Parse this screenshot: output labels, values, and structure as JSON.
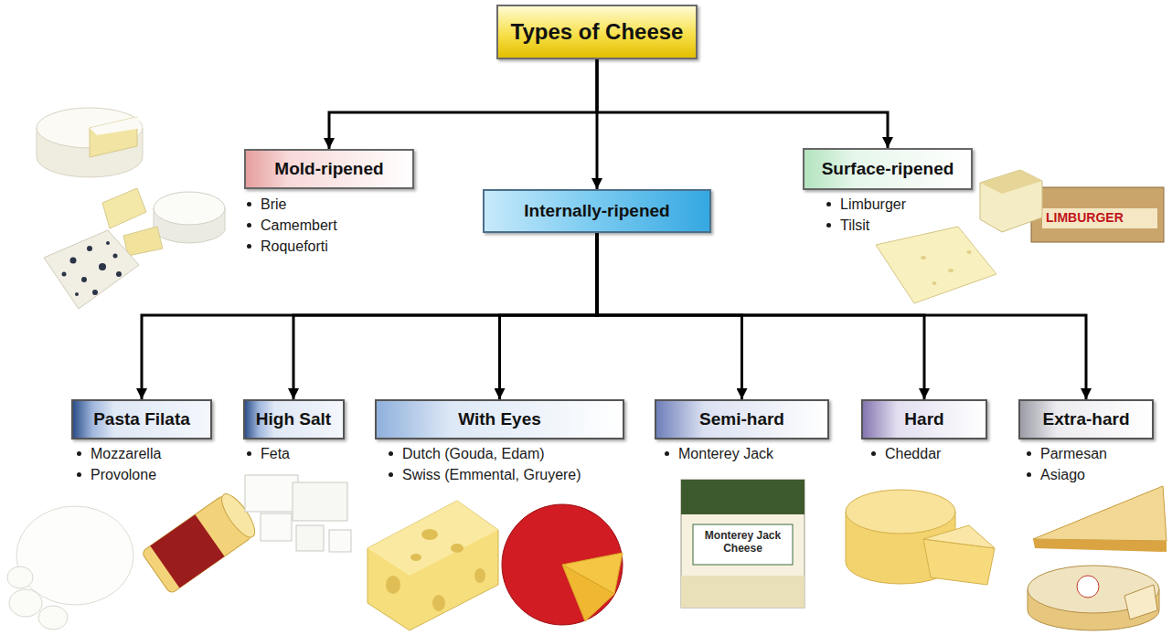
{
  "diagram": {
    "nodes": [
      {
        "text": [
          "Types of Cheese"
        ]
      },
      {
        "text": [
          "Mold-ripened"
        ]
      },
      {
        "text": [
          "Internally-ripened"
        ]
      },
      {
        "text": [
          "Surface-ripened"
        ]
      },
      {
        "text": [
          "Pasta Filata"
        ]
      },
      {
        "text": [
          "High Salt"
        ]
      },
      {
        "text": [
          "With Eyes"
        ]
      },
      {
        "text": [
          "Semi-hard"
        ]
      },
      {
        "text": [
          "Hard"
        ]
      },
      {
        "text": [
          "Extra-hard"
        ]
      }
    ],
    "edges": [
      {
        "from": 0,
        "to": 1,
        "arrow": "to"
      },
      {
        "from": 0,
        "to": 2,
        "arrow": "to"
      },
      {
        "from": 0,
        "to": 3,
        "arrow": "to"
      },
      {
        "from": 2,
        "to": 4,
        "arrow": "to"
      },
      {
        "from": 2,
        "to": 5,
        "arrow": "to"
      },
      {
        "from": 2,
        "to": 6,
        "arrow": "to"
      },
      {
        "from": 2,
        "to": 7,
        "arrow": "to"
      },
      {
        "from": 2,
        "to": 8,
        "arrow": "to"
      },
      {
        "from": 2,
        "to": 9,
        "arrow": "to"
      }
    ],
    "labels": [
      "Brie",
      "Camembert",
      "Roqueforti",
      "Limburger",
      "Tilsit",
      "Mozzarella",
      "Provolone",
      "Feta",
      "Dutch (Gouda, Edam)",
      "Swiss (Emmental, Gruyere)",
      "Monterey Jack",
      "Cheddar",
      "Parmesan",
      "Asiago",
      "LIMBURGER",
      "Monterey Jack Cheese"
    ]
  }
}
